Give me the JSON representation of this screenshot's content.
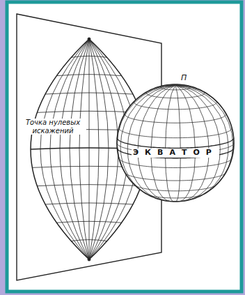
{
  "diagram": {
    "labels": [
      "Точка нулевых искажений",
      "ЭКВАТОР",
      "П"
    ]
  }
}
